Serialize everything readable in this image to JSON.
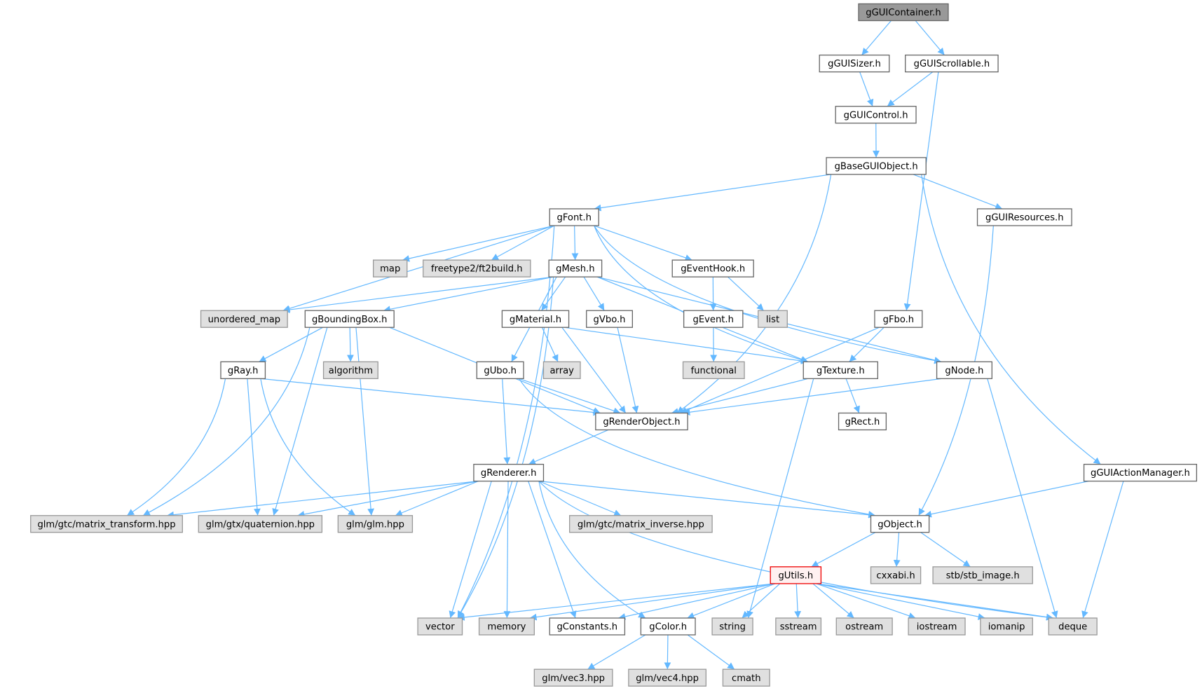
{
  "graph": {
    "title": "gGUIContainer.h",
    "edge_color": "#63b8ff",
    "nodes": [
      {
        "id": "gGUIContainer",
        "label": "gGUIContainer.h",
        "kind": "root"
      },
      {
        "id": "gGUISizer",
        "label": "gGUISizer.h",
        "kind": "local"
      },
      {
        "id": "gGUIScrollable",
        "label": "gGUIScrollable.h",
        "kind": "local"
      },
      {
        "id": "gGUIControl",
        "label": "gGUIControl.h",
        "kind": "local"
      },
      {
        "id": "gBaseGUIObject",
        "label": "gBaseGUIObject.h",
        "kind": "local"
      },
      {
        "id": "gFont",
        "label": "gFont.h",
        "kind": "local"
      },
      {
        "id": "gGUIResources",
        "label": "gGUIResources.h",
        "kind": "local"
      },
      {
        "id": "map",
        "label": "map",
        "kind": "system"
      },
      {
        "id": "freetype",
        "label": "freetype2/ft2build.h",
        "kind": "system"
      },
      {
        "id": "gMesh",
        "label": "gMesh.h",
        "kind": "local"
      },
      {
        "id": "gEventHook",
        "label": "gEventHook.h",
        "kind": "local"
      },
      {
        "id": "unordered_map",
        "label": "unordered_map",
        "kind": "system"
      },
      {
        "id": "gBoundingBox",
        "label": "gBoundingBox.h",
        "kind": "local"
      },
      {
        "id": "gMaterial",
        "label": "gMaterial.h",
        "kind": "local"
      },
      {
        "id": "gVbo",
        "label": "gVbo.h",
        "kind": "local"
      },
      {
        "id": "gEvent",
        "label": "gEvent.h",
        "kind": "local"
      },
      {
        "id": "list",
        "label": "list",
        "kind": "system"
      },
      {
        "id": "gFbo",
        "label": "gFbo.h",
        "kind": "local"
      },
      {
        "id": "gRay",
        "label": "gRay.h",
        "kind": "local"
      },
      {
        "id": "algorithm",
        "label": "algorithm",
        "kind": "system"
      },
      {
        "id": "gUbo",
        "label": "gUbo.h",
        "kind": "local"
      },
      {
        "id": "array",
        "label": "array",
        "kind": "system"
      },
      {
        "id": "functional",
        "label": "functional",
        "kind": "system"
      },
      {
        "id": "gTexture",
        "label": "gTexture.h",
        "kind": "local"
      },
      {
        "id": "gNode",
        "label": "gNode.h",
        "kind": "local"
      },
      {
        "id": "gRenderObject",
        "label": "gRenderObject.h",
        "kind": "local"
      },
      {
        "id": "gRect",
        "label": "gRect.h",
        "kind": "local"
      },
      {
        "id": "gRenderer",
        "label": "gRenderer.h",
        "kind": "local"
      },
      {
        "id": "gGUIActionManager",
        "label": "gGUIActionManager.h",
        "kind": "local"
      },
      {
        "id": "matrix_transform",
        "label": "glm/gtc/matrix_transform.hpp",
        "kind": "system"
      },
      {
        "id": "quaternion",
        "label": "glm/gtx/quaternion.hpp",
        "kind": "system"
      },
      {
        "id": "glm",
        "label": "glm/glm.hpp",
        "kind": "system"
      },
      {
        "id": "matrix_inverse",
        "label": "glm/gtc/matrix_inverse.hpp",
        "kind": "system"
      },
      {
        "id": "gObject",
        "label": "gObject.h",
        "kind": "local"
      },
      {
        "id": "gUtils",
        "label": "gUtils.h",
        "kind": "highlight"
      },
      {
        "id": "cxxabi",
        "label": "cxxabi.h",
        "kind": "system"
      },
      {
        "id": "stb_image",
        "label": "stb/stb_image.h",
        "kind": "system"
      },
      {
        "id": "vector",
        "label": "vector",
        "kind": "system"
      },
      {
        "id": "memory",
        "label": "memory",
        "kind": "system"
      },
      {
        "id": "gConstants",
        "label": "gConstants.h",
        "kind": "local"
      },
      {
        "id": "gColor",
        "label": "gColor.h",
        "kind": "local"
      },
      {
        "id": "string",
        "label": "string",
        "kind": "system"
      },
      {
        "id": "sstream",
        "label": "sstream",
        "kind": "system"
      },
      {
        "id": "ostream",
        "label": "ostream",
        "kind": "system"
      },
      {
        "id": "iostream",
        "label": "iostream",
        "kind": "system"
      },
      {
        "id": "iomanip",
        "label": "iomanip",
        "kind": "system"
      },
      {
        "id": "deque",
        "label": "deque",
        "kind": "system"
      },
      {
        "id": "vec3",
        "label": "glm/vec3.hpp",
        "kind": "system"
      },
      {
        "id": "vec4",
        "label": "glm/vec4.hpp",
        "kind": "system"
      },
      {
        "id": "cmath",
        "label": "cmath",
        "kind": "system"
      }
    ],
    "edges": [
      [
        "gGUIContainer",
        "gGUISizer"
      ],
      [
        "gGUIContainer",
        "gGUIScrollable"
      ],
      [
        "gGUISizer",
        "gGUIControl"
      ],
      [
        "gGUIScrollable",
        "gGUIControl"
      ],
      [
        "gGUIScrollable",
        "gFbo"
      ],
      [
        "gGUIControl",
        "gBaseGUIObject"
      ],
      [
        "gBaseGUIObject",
        "gFont"
      ],
      [
        "gBaseGUIObject",
        "gRenderObject"
      ],
      [
        "gBaseGUIObject",
        "gGUIResources"
      ],
      [
        "gBaseGUIObject",
        "gGUIActionManager"
      ],
      [
        "gGUIResources",
        "gObject"
      ],
      [
        "gFont",
        "vector"
      ],
      [
        "gFont",
        "unordered_map"
      ],
      [
        "gFont",
        "map"
      ],
      [
        "gFont",
        "freetype"
      ],
      [
        "gFont",
        "gMesh"
      ],
      [
        "gFont",
        "gEventHook"
      ],
      [
        "gFont",
        "gTexture"
      ],
      [
        "gFont",
        "gNode"
      ],
      [
        "gMesh",
        "unordered_map"
      ],
      [
        "gMesh",
        "gBoundingBox"
      ],
      [
        "gMesh",
        "vector"
      ],
      [
        "gMesh",
        "gUbo"
      ],
      [
        "gMesh",
        "gMaterial"
      ],
      [
        "gMesh",
        "gVbo"
      ],
      [
        "gMesh",
        "gTexture"
      ],
      [
        "gMesh",
        "gNode"
      ],
      [
        "gEventHook",
        "gEvent"
      ],
      [
        "gEventHook",
        "list"
      ],
      [
        "gEvent",
        "functional"
      ],
      [
        "gFbo",
        "gTexture"
      ],
      [
        "gFbo",
        "gRenderObject"
      ],
      [
        "gBoundingBox",
        "gRay"
      ],
      [
        "gBoundingBox",
        "algorithm"
      ],
      [
        "gBoundingBox",
        "matrix_transform"
      ],
      [
        "gBoundingBox",
        "quaternion"
      ],
      [
        "gBoundingBox",
        "glm"
      ],
      [
        "gBoundingBox",
        "gRenderObject"
      ],
      [
        "gMaterial",
        "array"
      ],
      [
        "gMaterial",
        "gRenderObject"
      ],
      [
        "gMaterial",
        "gTexture"
      ],
      [
        "gVbo",
        "gRenderObject"
      ],
      [
        "gRay",
        "matrix_transform"
      ],
      [
        "gRay",
        "quaternion"
      ],
      [
        "gRay",
        "glm"
      ],
      [
        "gRay",
        "gRenderObject"
      ],
      [
        "gUbo",
        "gRenderer"
      ],
      [
        "gUbo",
        "gRenderObject"
      ],
      [
        "gUbo",
        "gObject"
      ],
      [
        "gTexture",
        "gRenderObject"
      ],
      [
        "gTexture",
        "gRect"
      ],
      [
        "gTexture",
        "string"
      ],
      [
        "gNode",
        "gRenderObject"
      ],
      [
        "gNode",
        "deque"
      ],
      [
        "gRenderObject",
        "gRenderer"
      ],
      [
        "gRenderer",
        "matrix_transform"
      ],
      [
        "gRenderer",
        "quaternion"
      ],
      [
        "gRenderer",
        "glm"
      ],
      [
        "gRenderer",
        "matrix_inverse"
      ],
      [
        "gRenderer",
        "gObject"
      ],
      [
        "gRenderer",
        "vector"
      ],
      [
        "gRenderer",
        "memory"
      ],
      [
        "gRenderer",
        "gConstants"
      ],
      [
        "gRenderer",
        "gColor"
      ],
      [
        "gRenderer",
        "deque"
      ],
      [
        "gGUIActionManager",
        "gObject"
      ],
      [
        "gGUIActionManager",
        "deque"
      ],
      [
        "gObject",
        "gUtils"
      ],
      [
        "gObject",
        "cxxabi"
      ],
      [
        "gObject",
        "stb_image"
      ],
      [
        "gUtils",
        "vector"
      ],
      [
        "gUtils",
        "memory"
      ],
      [
        "gUtils",
        "gConstants"
      ],
      [
        "gUtils",
        "gColor"
      ],
      [
        "gUtils",
        "string"
      ],
      [
        "gUtils",
        "sstream"
      ],
      [
        "gUtils",
        "ostream"
      ],
      [
        "gUtils",
        "iostream"
      ],
      [
        "gUtils",
        "iomanip"
      ],
      [
        "gUtils",
        "deque"
      ],
      [
        "gColor",
        "vec3"
      ],
      [
        "gColor",
        "vec4"
      ],
      [
        "gColor",
        "cmath"
      ]
    ]
  }
}
